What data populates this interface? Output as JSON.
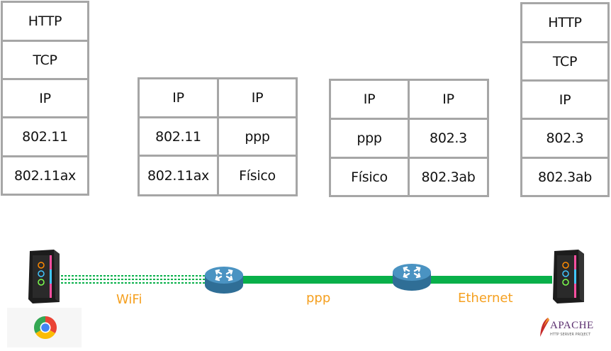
{
  "stacks": {
    "client": [
      "HTTP",
      "TCP",
      "IP",
      "802.11",
      "802.11ax"
    ],
    "router1": {
      "left": [
        "IP",
        "802.11",
        "802.11ax"
      ],
      "right": [
        "IP",
        "ppp",
        "Físico"
      ]
    },
    "router2": {
      "left": [
        "IP",
        "ppp",
        "Físico"
      ],
      "right": [
        "IP",
        "802.3",
        "802.3ab"
      ]
    },
    "server": [
      "HTTP",
      "TCP",
      "IP",
      "802.3",
      "802.3ab"
    ]
  },
  "links": {
    "wifi": "WiFi",
    "ppp": "ppp",
    "ethernet": "Ethernet"
  },
  "logos": {
    "apache_main": "APACHE",
    "apache_sub": "HTTP SERVER PROJECT"
  },
  "colors": {
    "link_green": "#08b04a",
    "label_orange": "#f5a020",
    "router_blue": "#3f88b6",
    "stack_border": "#a6a6a6"
  }
}
